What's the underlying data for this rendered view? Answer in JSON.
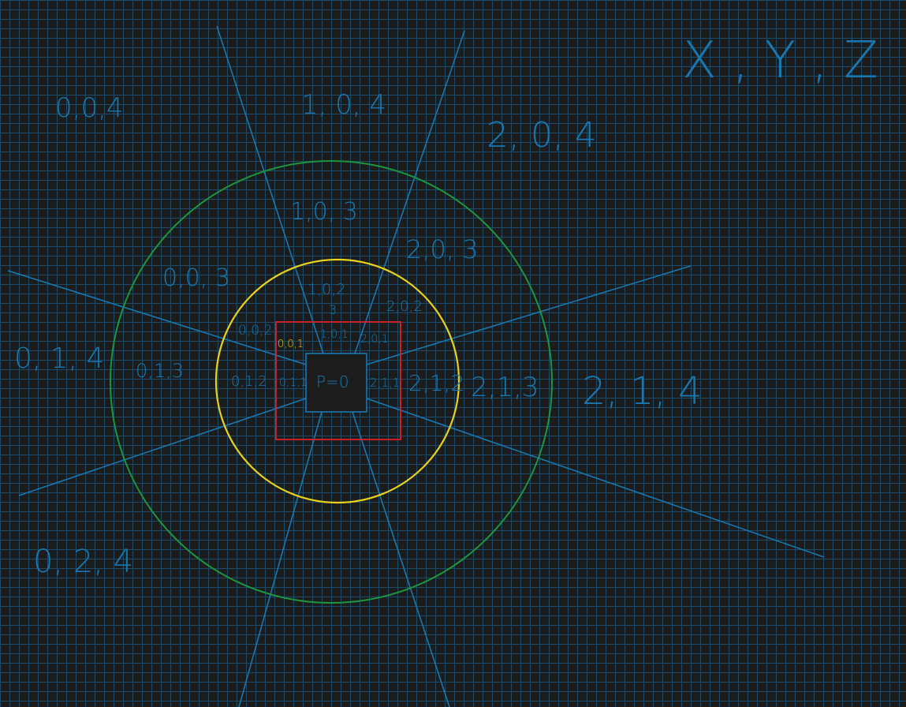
{
  "colors": {
    "background": "#1c1c1c",
    "grid": "#1d4a66",
    "ink": "#1877b0",
    "green_circle": "#1d9440",
    "yellow_circle": "#e8d21c",
    "red_square": "#d9212b",
    "center_square": "#1877b0"
  },
  "axis_title": "X , Y , Z",
  "cells": {
    "z4": [
      "0,0,4",
      "1, 0, 4",
      "2, 0, 4",
      "0, 1, 4",
      "2, 1, 4",
      "0, 2, 4"
    ],
    "z3": [
      "1,0, 3",
      "2,0, 3",
      "0,0, 3",
      "0,1,3",
      "2,1,3"
    ],
    "z2": [
      "1,0,2",
      "3",
      "2,0,2",
      "0,0,2",
      "0,1,2",
      "2,1,2"
    ],
    "z1": [
      "0,0,1",
      "1,0,1",
      "2,0,1",
      "0,1,1",
      "2,1,1"
    ],
    "center": "P=0"
  }
}
